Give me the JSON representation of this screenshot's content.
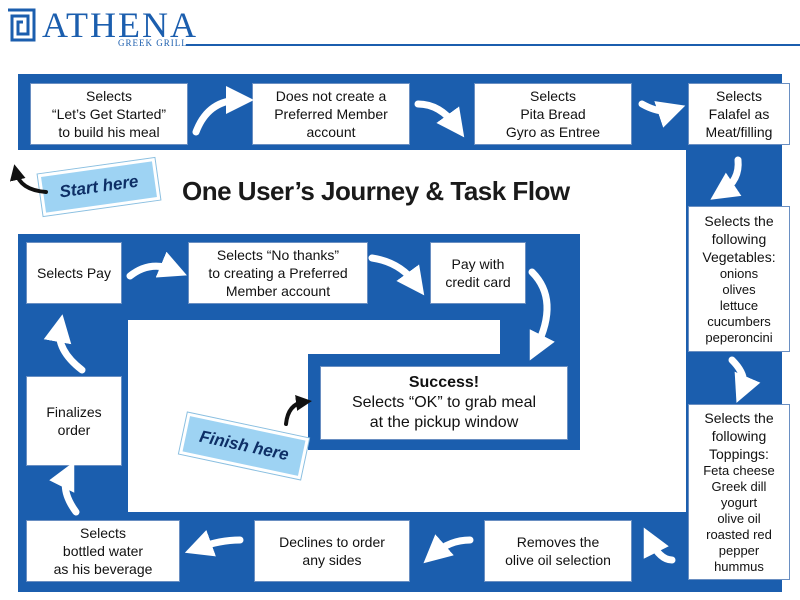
{
  "brand": {
    "name": "ATHENA",
    "sub": "GREEK GRILL"
  },
  "title": "One User’s Journey & Task Flow",
  "start_label": "Start here",
  "finish_label": "Finish here",
  "steps": {
    "s1": [
      "Selects",
      "“Let’s Get Started”",
      "to build his meal"
    ],
    "s2": [
      "Does not create a",
      "Preferred Member",
      "account"
    ],
    "s3": [
      "Selects",
      "Pita Bread",
      "Gyro as Entree"
    ],
    "s4": [
      "Selects",
      "Falafel as",
      "Meat/filling"
    ],
    "s5": [
      "Selects the",
      "following",
      "Vegetables:",
      "onions",
      "olives",
      "lettuce",
      "cucumbers",
      "peperoncini"
    ],
    "s6": [
      "Selects the",
      "following",
      "Toppings:",
      "Feta cheese",
      "Greek dill",
      "yogurt",
      "olive oil",
      "roasted red",
      "pepper",
      "hummus"
    ],
    "s7": [
      "Removes the",
      "olive oil selection"
    ],
    "s8": [
      "Declines to order",
      "any sides"
    ],
    "s9": [
      "Selects",
      "bottled water",
      "as his beverage"
    ],
    "s10": [
      "Finalizes",
      "order"
    ],
    "s11": [
      "Selects Pay"
    ],
    "s12": [
      "Selects “No thanks”",
      "to creating a Preferred",
      "Member account"
    ],
    "s13": [
      "Pay with",
      "credit card"
    ],
    "s14": [
      "Success!",
      "Selects “OK” to grab meal",
      "at the pickup window"
    ]
  },
  "colors": {
    "band": "#1b5eae",
    "tag": "#9ed3f3",
    "text": "#111111"
  }
}
